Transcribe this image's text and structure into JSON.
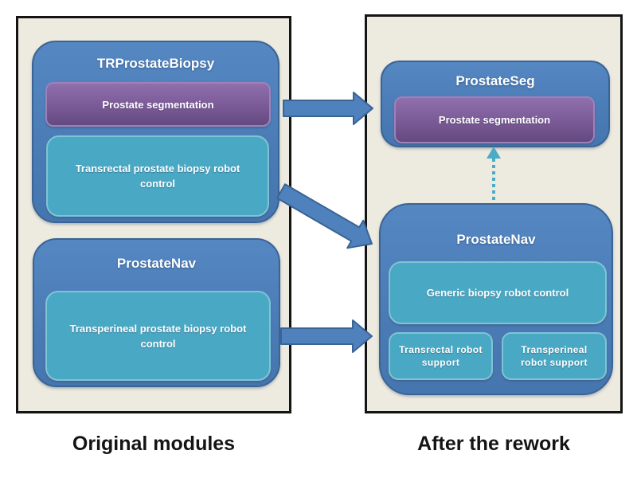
{
  "diagram": {
    "left_panel": {
      "caption": "Original modules",
      "trprostatebiopsy": {
        "title": "TRProstateBiopsy",
        "prostate_segmentation": "Prostate segmentation",
        "robot_control": "Transrectal prostate biopsy robot control"
      },
      "prostatenav": {
        "title": "ProstateNav",
        "robot_control": "Transperineal prostate biopsy robot control"
      }
    },
    "right_panel": {
      "caption": "After the rework",
      "prostateseg": {
        "title": "ProstateSeg",
        "prostate_segmentation": "Prostate segmentation"
      },
      "prostatenav": {
        "title": "ProstateNav",
        "generic_control": "Generic biopsy robot control",
        "transrectal_support": "Transrectal robot support",
        "transperineal_support": "Transperineal robot support"
      }
    },
    "arrows": [
      {
        "id": "arrow-top",
        "from": "TRProstateBiopsy / Prostate segmentation",
        "to": "ProstateSeg",
        "style": "solid-block"
      },
      {
        "id": "arrow-middle",
        "from": "TRProstateBiopsy / Transrectal prostate biopsy robot control",
        "to": "ProstateNav (reworked)",
        "style": "solid-block"
      },
      {
        "id": "arrow-bottom",
        "from": "ProstateNav / Transperineal prostate biopsy robot control",
        "to": "ProstateNav (reworked)",
        "style": "solid-block"
      },
      {
        "id": "arrow-dependency",
        "from": "ProstateNav (reworked)",
        "to": "ProstateSeg / Prostate segmentation",
        "style": "dashed-teal"
      }
    ],
    "palette": {
      "module_blue": "#4F81BD",
      "module_blue_border": "#3A6494",
      "submodule_teal": "#49A9C4",
      "submodule_teal_border": "#7FC4D4",
      "submodule_purple_top": "#8F6FAC",
      "submodule_purple_bottom": "#644980",
      "panel_background": "#EDEAE0",
      "panel_border": "#141414",
      "arrow_blue": "#4F81BD",
      "arrow_blue_outline": "#3A6494",
      "dashed_arrow_teal": "#4BACC6",
      "caption_text": "#141414",
      "module_text": "#FFFFFF"
    }
  }
}
